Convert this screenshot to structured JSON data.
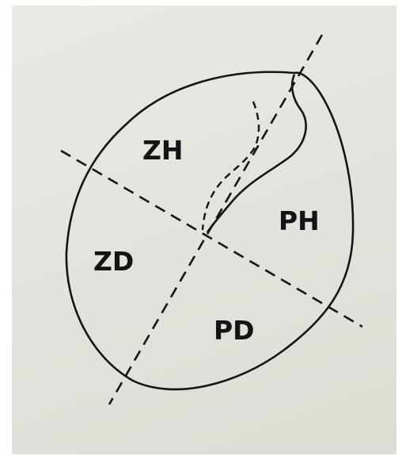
{
  "diagram": {
    "labels": {
      "upper_left": "ZH",
      "upper_right": "PH",
      "lower_left": "ZD",
      "lower_right": "PD"
    },
    "colors": {
      "ink": "#141414",
      "paper": "#e4e5de",
      "frame": "#ffffff"
    }
  }
}
